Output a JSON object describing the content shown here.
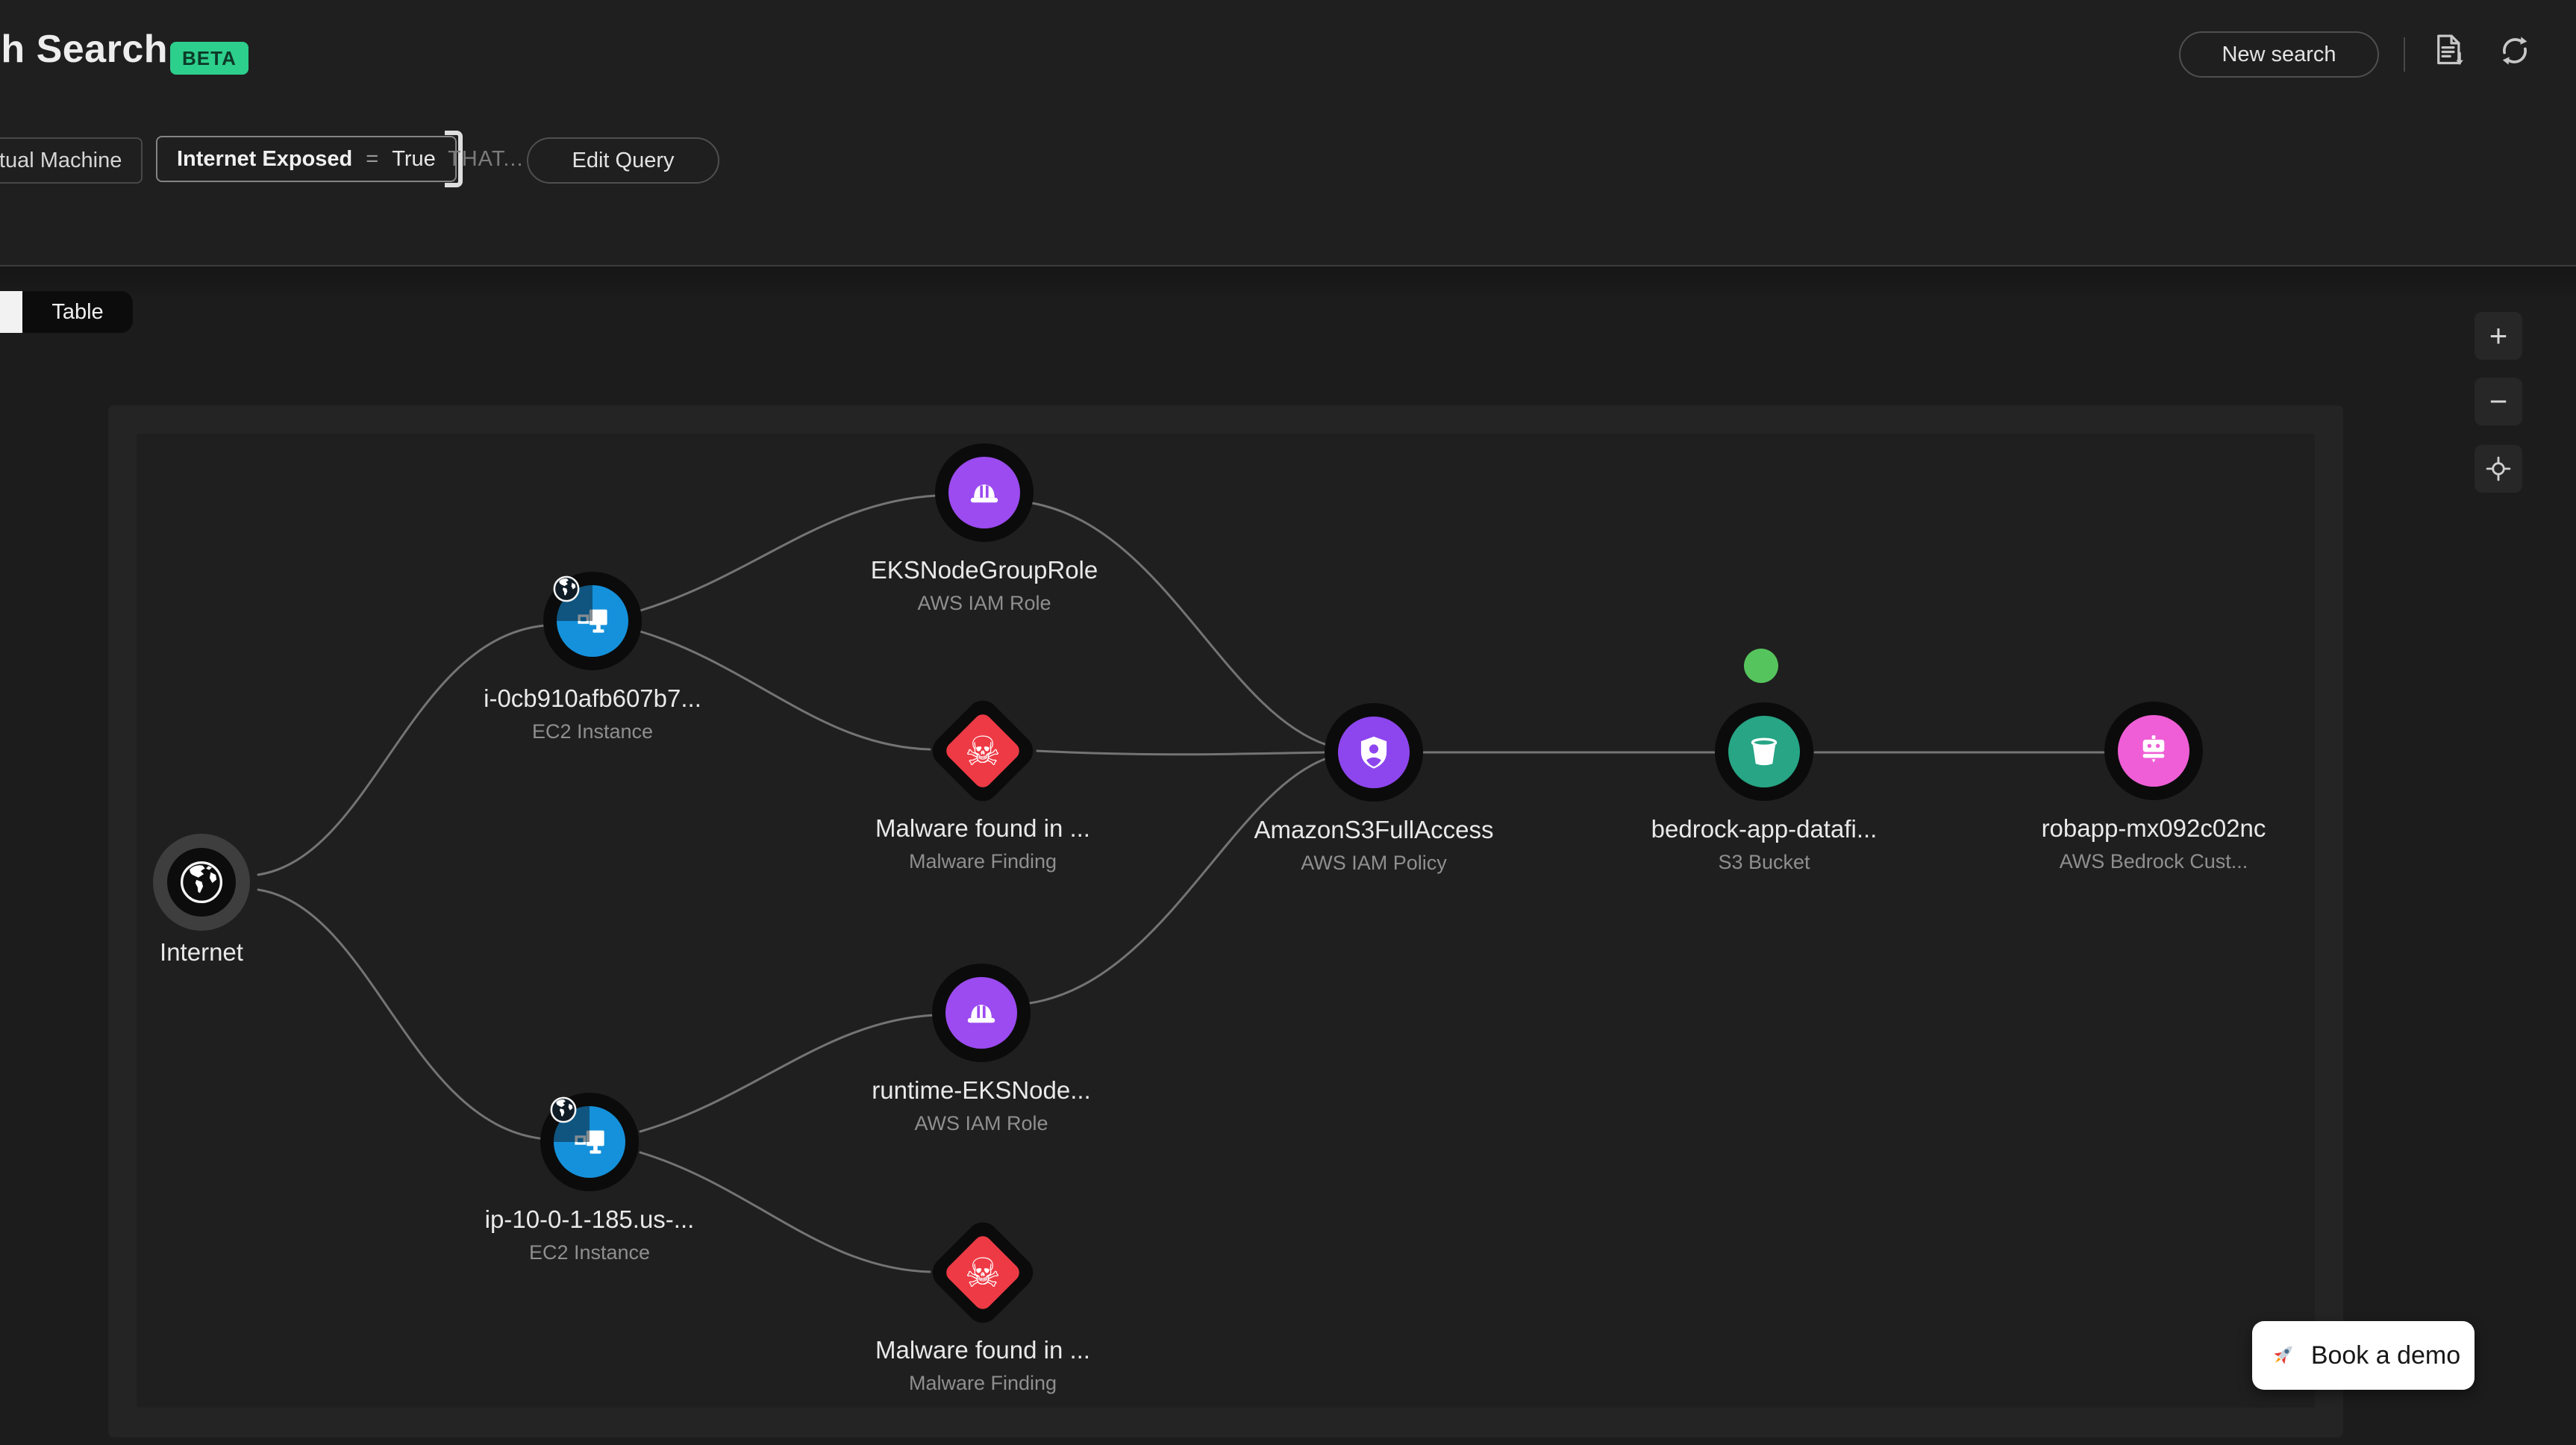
{
  "header": {
    "title": "Graph Search",
    "beta_badge": "BETA",
    "new_search_label": "New search"
  },
  "query": {
    "chip1_label": "Virtual Machine",
    "chip2_field": "Internet Exposed",
    "chip2_operator": "=",
    "chip2_value": "True",
    "that_text": "THAT...",
    "edit_query_label": "Edit Query"
  },
  "view_toggle": {
    "table_label": "Table"
  },
  "zoom_controls": {
    "zoom_in": "+",
    "zoom_out": "−"
  },
  "graph": {
    "nodes": [
      {
        "id": "internet",
        "label": "Internet",
        "sublabel": ""
      },
      {
        "id": "ec2-1",
        "label": "i-0cb910afb607b7...",
        "sublabel": "EC2 Instance"
      },
      {
        "id": "iam-role-1",
        "label": "EKSNodeGroupRole",
        "sublabel": "AWS IAM Role"
      },
      {
        "id": "malware-1",
        "label": "Malware found in ...",
        "sublabel": "Malware Finding"
      },
      {
        "id": "iam-policy",
        "label": "AmazonS3FullAccess",
        "sublabel": "AWS IAM Policy"
      },
      {
        "id": "s3-bucket",
        "label": "bedrock-app-datafi...",
        "sublabel": "S3 Bucket"
      },
      {
        "id": "bedrock",
        "label": "robapp-mx092c02nc",
        "sublabel": "AWS Bedrock Cust..."
      },
      {
        "id": "iam-role-2",
        "label": "runtime-EKSNode...",
        "sublabel": "AWS IAM Role"
      },
      {
        "id": "ec2-2",
        "label": "ip-10-0-1-185.us-...",
        "sublabel": "EC2 Instance"
      },
      {
        "id": "malware-2",
        "label": "Malware found in ...",
        "sublabel": "Malware Finding"
      }
    ]
  },
  "demo_button": {
    "label": "Book a demo"
  },
  "colors": {
    "beta_badge_green": "#2dcf8c",
    "status_dot_green": "#56c45d",
    "ec2_blue": "#1591db",
    "iam_purple": "#9b4bf0",
    "malware_red": "#ee3a45",
    "s3_teal": "#27a585",
    "bedrock_pink": "#ef5ed6",
    "edge_gray": "#8a8a8a",
    "node_ring_black": "#0b0b0b"
  }
}
